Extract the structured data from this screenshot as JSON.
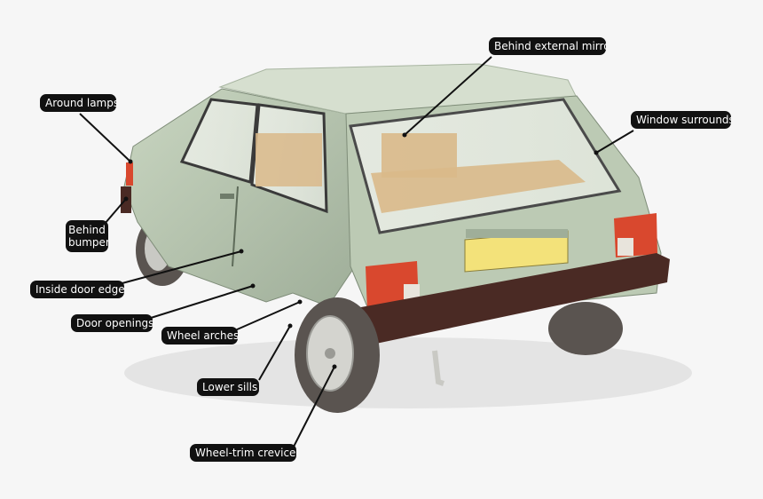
{
  "diagram": {
    "labels": {
      "around_lamps": "Around lamps",
      "behind_bumper_line1": "Behind",
      "behind_bumper_line2": "bumper",
      "inside_door_edges": "Inside door edges",
      "door_openings": "Door openings",
      "wheel_arches": "Wheel arches",
      "lower_sills": "Lower sills",
      "wheel_trim_crevices": "Wheel-trim crevices",
      "behind_external_mirror": "Behind external mirror",
      "window_surrounds": "Window surrounds"
    },
    "colors": {
      "body_paint": "#b9c8b1",
      "body_shadow": "#8f9f8a",
      "roof": "#d6dfcf",
      "interior_seat": "#d9b98a",
      "tail_light_red": "#d9482e",
      "bumper": "#4a2a24",
      "plate": "#f3e27a",
      "tyre": "#5a5450",
      "label_bg": "#111111",
      "label_text": "#ffffff",
      "leader": "#111111"
    }
  }
}
